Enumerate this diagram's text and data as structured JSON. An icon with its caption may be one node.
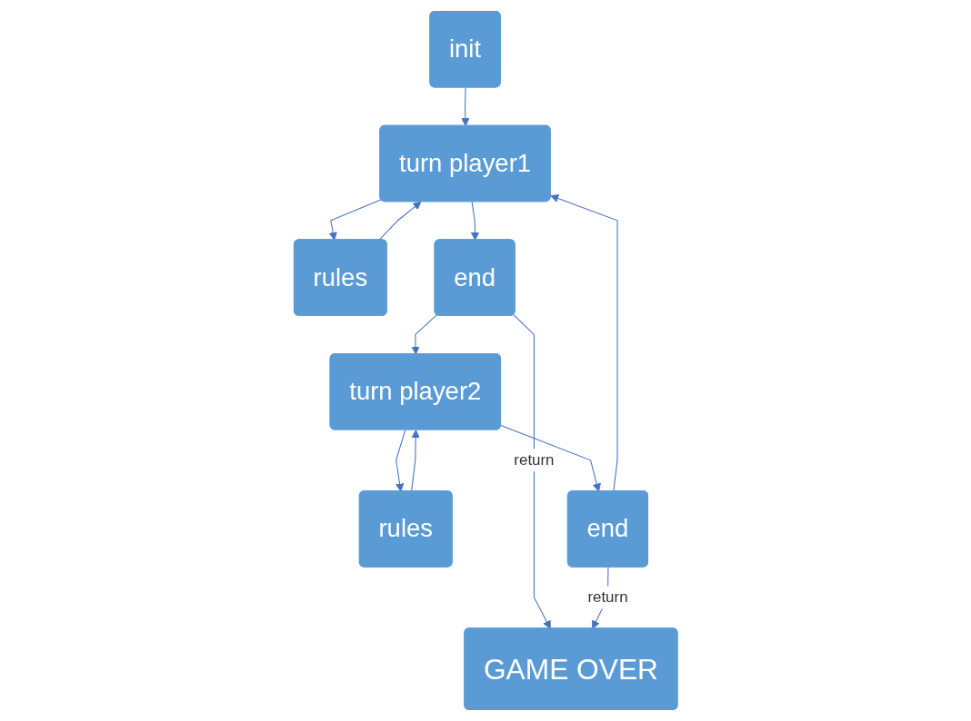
{
  "diagram": {
    "nodes": [
      {
        "text": [
          "init"
        ]
      },
      {
        "text": [
          "turn player1"
        ]
      },
      {
        "text": [
          "rules"
        ]
      },
      {
        "text": [
          "end"
        ]
      },
      {
        "text": [
          "turn player2"
        ]
      },
      {
        "text": [
          "rules"
        ]
      },
      {
        "text": [
          "end"
        ]
      },
      {
        "text": [
          "GAME OVER"
        ]
      }
    ],
    "edges": [
      {
        "from": 0,
        "to": 1,
        "arrow": "to"
      },
      {
        "from": 1,
        "to": 2,
        "arrow": "to"
      },
      {
        "from": 2,
        "to": 1,
        "arrow": "to"
      },
      {
        "from": 1,
        "to": 3,
        "arrow": "to"
      },
      {
        "from": 3,
        "to": 7,
        "label": "return",
        "arrow": "to"
      },
      {
        "from": 3,
        "to": 4,
        "arrow": "to"
      },
      {
        "from": 4,
        "to": 5,
        "arrow": "to"
      },
      {
        "from": 5,
        "to": 4,
        "arrow": "to"
      },
      {
        "from": 4,
        "to": 6,
        "arrow": "to"
      },
      {
        "from": 6,
        "to": 7,
        "label": "return",
        "arrow": "to"
      },
      {
        "from": 6,
        "to": 1,
        "arrow": "to"
      }
    ]
  }
}
